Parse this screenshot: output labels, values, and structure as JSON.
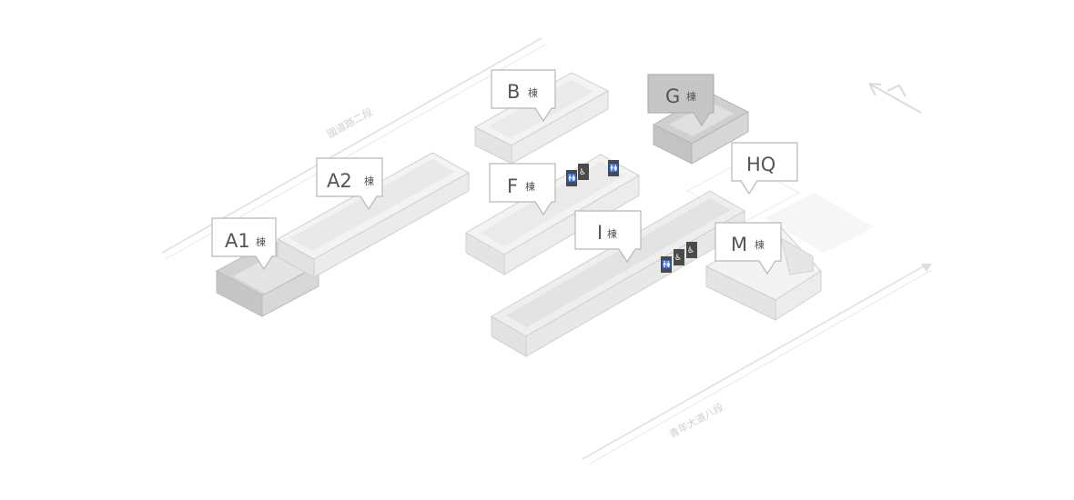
{
  "colors": {
    "building_top": "#f4f4f4",
    "building_side": "#e6e6e6",
    "building_front": "#dcdcdc",
    "building_highlight": "#c9c9c9",
    "label_bg": "#ffffff",
    "label_selected_bg": "#c4c4c4",
    "label_border": "#b8b8b8",
    "road_line": "#dddddd",
    "facility_icon": "#4a4a4a"
  },
  "buildings": [
    {
      "id": "A1",
      "letter": "A1",
      "suffix": "棟",
      "highlighted": true
    },
    {
      "id": "A2",
      "letter": "A2",
      "suffix": "棟",
      "highlighted": false
    },
    {
      "id": "B",
      "letter": "B",
      "suffix": "棟",
      "highlighted": false
    },
    {
      "id": "F",
      "letter": "F",
      "suffix": "棟",
      "highlighted": false
    },
    {
      "id": "G",
      "letter": "G",
      "suffix": "棟",
      "highlighted": true
    },
    {
      "id": "HQ",
      "letter": "HQ",
      "suffix": "",
      "highlighted": false
    },
    {
      "id": "I",
      "letter": "I",
      "suffix": "棟",
      "highlighted": false
    },
    {
      "id": "M",
      "letter": "M",
      "suffix": "棟",
      "highlighted": false
    }
  ],
  "roads": {
    "north": "國道路二段",
    "south": "青年大道八段"
  },
  "facilities": {
    "restroom_icon": "restroom-icon",
    "accessible_icon": "wheelchair-icon",
    "restroom_glyph": "🚻",
    "accessible_glyph": "♿"
  },
  "compass": {
    "icon": "north-arrow-icon"
  }
}
